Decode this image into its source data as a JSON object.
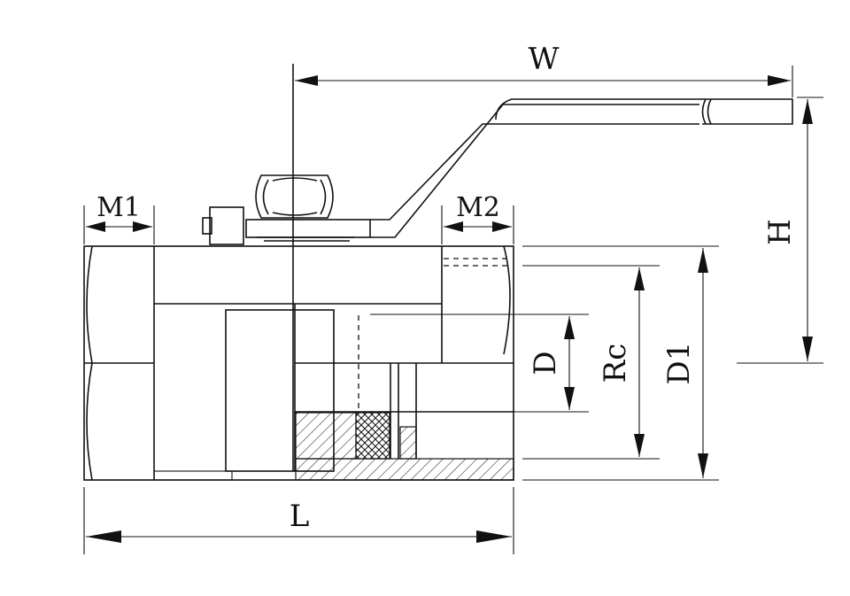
{
  "dimensions": {
    "W": "W",
    "H": "H",
    "M1": "M1",
    "M2": "M2",
    "D": "D",
    "Rc": "Rc",
    "D1": "D1",
    "L": "L"
  },
  "colors": {
    "line": "#111111",
    "background": "#ffffff"
  }
}
